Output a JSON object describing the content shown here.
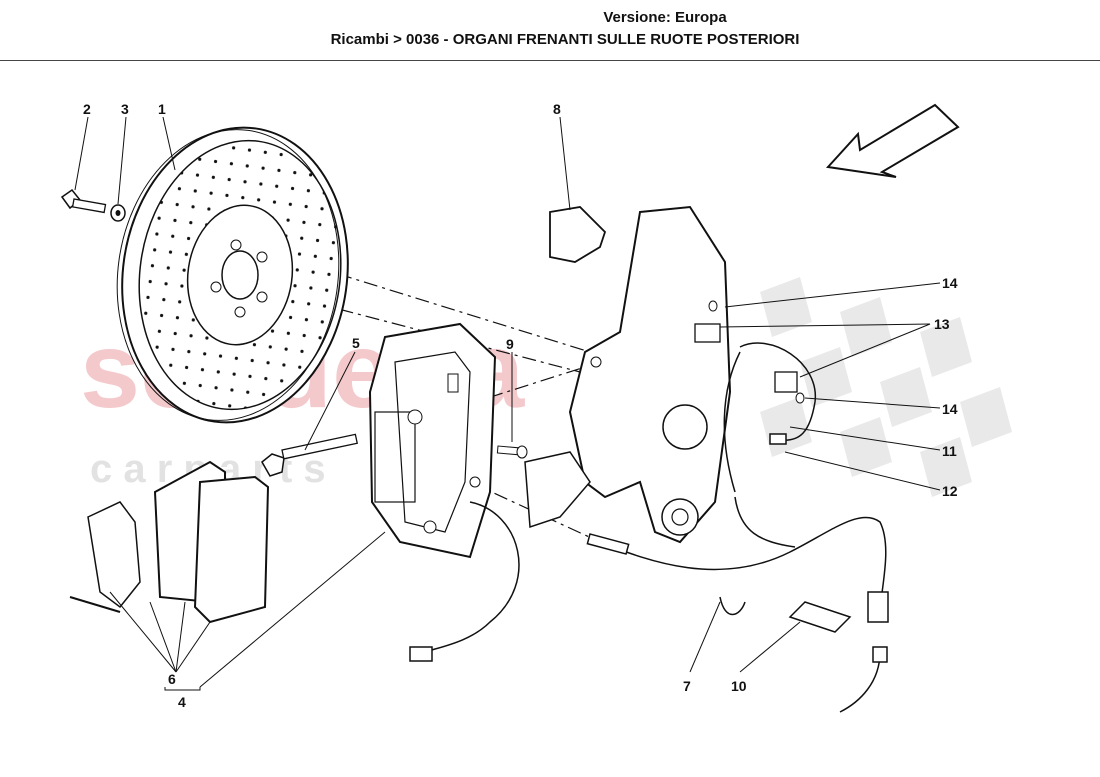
{
  "header": {
    "version_label": "Versione: Europa",
    "breadcrumb": "Ricambi > 0036 - ORGANI FRENANTI SULLE RUOTE POSTERIORI"
  },
  "watermark": {
    "brand": "scuderia",
    "sub": "c a r p a r t s",
    "color": "#f4c9cc"
  },
  "diagram": {
    "callouts": {
      "c1": "1",
      "c2": "2",
      "c3": "3",
      "c4": "4",
      "c5": "5",
      "c6": "6",
      "c7": "7",
      "c8": "8",
      "c9": "9",
      "c10": "10",
      "c11": "11",
      "c12": "12",
      "c13": "13",
      "c14a": "14",
      "c14b": "14"
    }
  }
}
